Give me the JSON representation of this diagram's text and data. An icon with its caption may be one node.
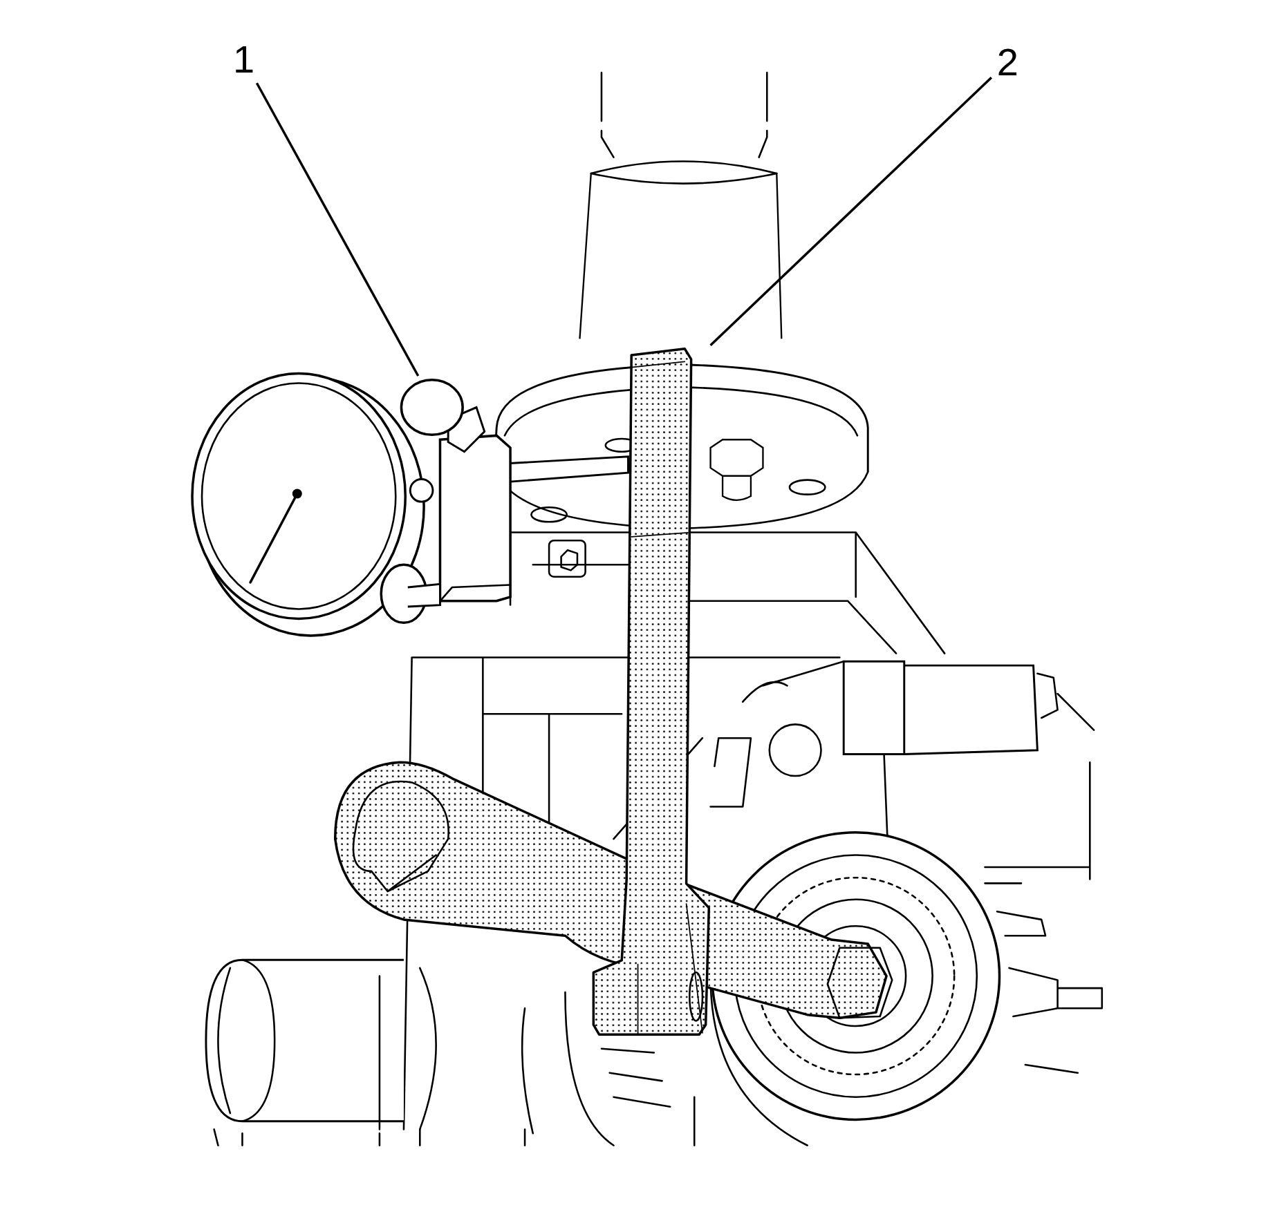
{
  "diagram": {
    "nodes": [
      {
        "text": [
          "1"
        ]
      },
      {
        "text": [
          "2"
        ]
      },
      {
        "text": [],
        "shape": "picture"
      },
      {
        "text": [],
        "shape": "picture"
      }
    ],
    "edges": [
      {
        "from": 0,
        "to": 2,
        "arrow": "none"
      },
      {
        "from": 1,
        "to": 3,
        "arrow": "none"
      }
    ]
  }
}
